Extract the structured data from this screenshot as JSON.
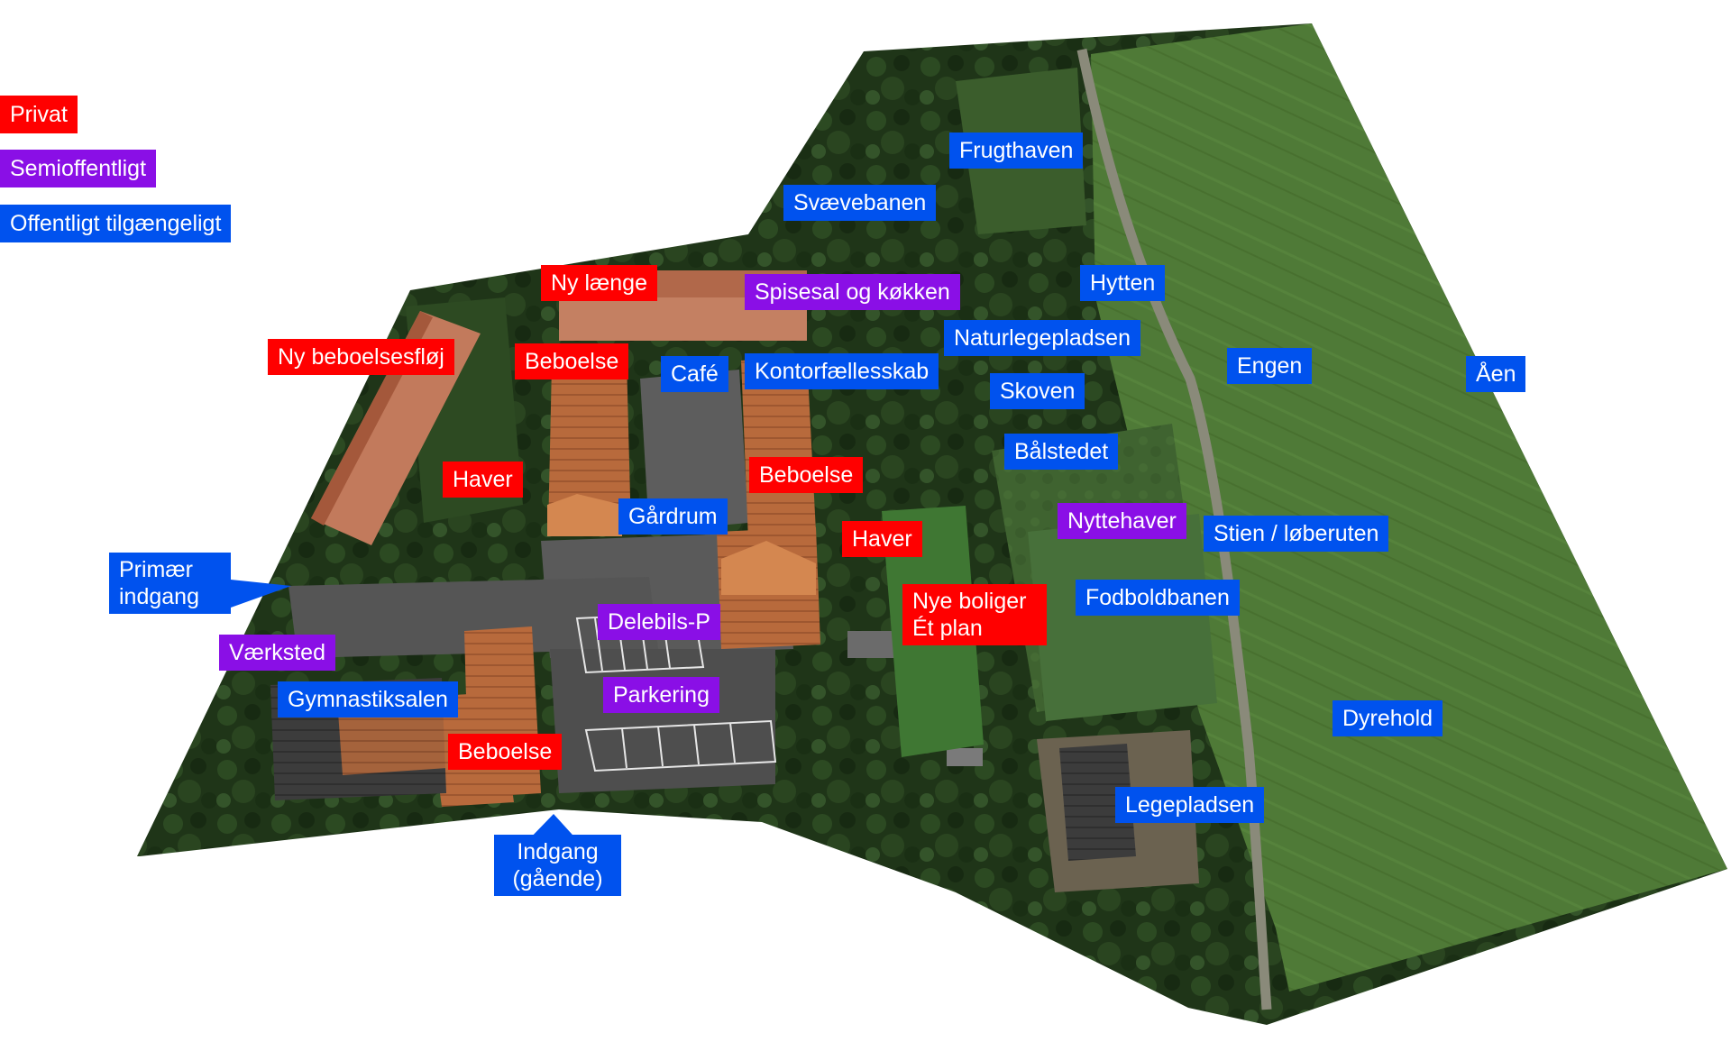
{
  "colors": {
    "private": "#ff0000",
    "semipublic": "#8a0fe6",
    "public": "#0052ee"
  },
  "legend": {
    "private": "Privat",
    "semipublic": "Semioffentligt",
    "public": "Offentligt tilgængeligt"
  },
  "labels": {
    "ny_laenge": "Ny længe",
    "ny_beboelsesfloej": "Ny beboelsesfløj",
    "beboelse_nw": "Beboelse",
    "haver_w": "Haver",
    "beboelse_center": "Beboelse",
    "haver_center": "Haver",
    "nye_boliger_1": "Nye boliger",
    "nye_boliger_2": "Ét plan",
    "beboelse_sw": "Beboelse",
    "spisesal": "Spisesal og køkken",
    "delebils_p": "Delebils-P",
    "parkering": "Parkering",
    "vaerksted": "Værksted",
    "nyttehaver": "Nyttehaver",
    "frugthaven": "Frugthaven",
    "svaevebanen": "Svævebanen",
    "hytten": "Hytten",
    "naturlegepladsen": "Naturlegepladsen",
    "cafe": "Café",
    "kontorfaellesskab": "Kontorfællesskab",
    "skoven": "Skoven",
    "engen": "Engen",
    "aaen": "Åen",
    "baalstedet": "Bålstedet",
    "gaardrum": "Gårdrum",
    "stien": "Stien / løberuten",
    "fodboldbanen": "Fodboldbanen",
    "gymnastiksalen": "Gymnastiksalen",
    "dyrehold": "Dyrehold",
    "legepladsen": "Legepladsen",
    "primaer_1": "Primær",
    "primaer_2": "indgang",
    "indgang_1": "Indgang",
    "indgang_2": "(gående)"
  }
}
